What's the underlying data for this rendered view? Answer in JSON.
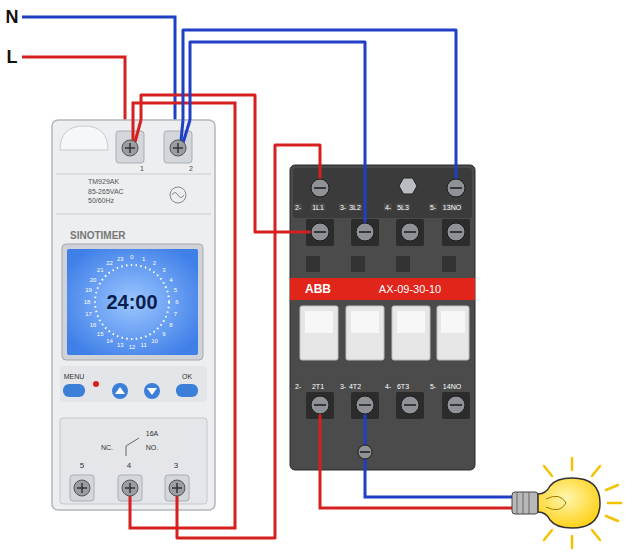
{
  "diagram": {
    "nodes": [
      {
        "text": [
          "TM929AK",
          "85-265VAC",
          "50/60Hz",
          "SINOTIMER"
        ]
      },
      {
        "text": [
          "ABB",
          "AX-09-30-10"
        ]
      }
    ],
    "edges": [
      {
        "from": 0,
        "to": 1,
        "arrow": "none"
      },
      {
        "from": 0,
        "to": 1,
        "arrow": "none"
      },
      {
        "from": 0,
        "to": 1,
        "arrow": "none"
      },
      {
        "from": 0,
        "to": 1,
        "arrow": "none"
      }
    ],
    "labels": [
      "N",
      "L",
      "1",
      "2",
      "24:00",
      "MENU",
      "OK",
      "NC.",
      "NO.",
      "16A",
      "5",
      "4",
      "3",
      "2-",
      "1L1",
      "3-",
      "3L2",
      "4-",
      "5L3",
      "5-",
      "13NO",
      "2-",
      "2T1",
      "3-",
      "4T2",
      "4-",
      "6T3",
      "5-",
      "14NO",
      "0",
      "1",
      "2",
      "3",
      "4",
      "5",
      "6",
      "7",
      "8",
      "9",
      "10",
      "11",
      "12",
      "13",
      "14",
      "15",
      "16",
      "17",
      "18",
      "19",
      "20",
      "21",
      "22",
      "23"
    ]
  }
}
